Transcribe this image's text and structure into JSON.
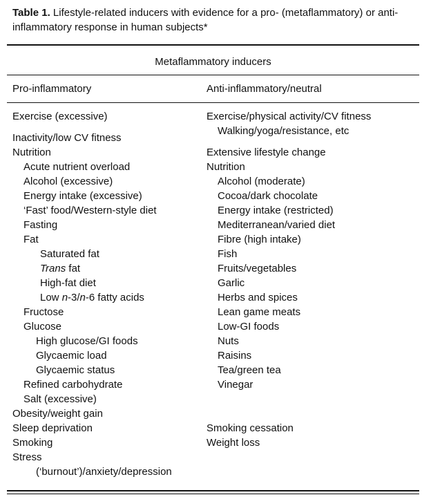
{
  "caption": {
    "label": "Table 1.",
    "text": " Lifestyle-related inducers with evidence for a pro- (metaflammatory) or anti-inflammatory response in human subjects*"
  },
  "group_heading": "Metaflammatory inducers",
  "columns": {
    "left_header": "Pro-inflammatory",
    "right_header": "Anti-inflammatory/neutral"
  },
  "left_items": [
    "Exercise (excessive)",
    "Inactivity/low CV fitness",
    "Nutrition",
    "Acute nutrient overload",
    "Alcohol (excessive)",
    "Energy intake (excessive)",
    "‘Fast’ food/Western-style diet",
    "Fasting",
    "Fat",
    "Saturated fat",
    "Trans fat",
    "High-fat diet",
    "Low n-3/n-6 fatty acids",
    "Fructose",
    "Glucose",
    "High glucose/GI foods",
    "Glycaemic load",
    "Glycaemic status",
    "Refined carbohydrate",
    "Salt (excessive)",
    "Obesity/weight gain",
    "Sleep deprivation",
    "Smoking",
    "Stress",
    "(‘burnout’)/anxiety/depression"
  ],
  "right_items": [
    "Exercise/physical activity/CV fitness",
    "Walking/yoga/resistance, etc",
    "Extensive lifestyle change",
    "Nutrition",
    "Alcohol (moderate)",
    "Cocoa/dark chocolate",
    "Energy intake (restricted)",
    "Mediterranean/varied diet",
    "Fibre (high intake)",
    "Fish",
    "Fruits/vegetables",
    "Garlic",
    "Herbs and spices",
    "Lean game meats",
    "Low-GI foods",
    "Nuts",
    "Raisins",
    "Tea/green tea",
    "Vinegar",
    "Smoking cessation",
    "Weight loss"
  ]
}
